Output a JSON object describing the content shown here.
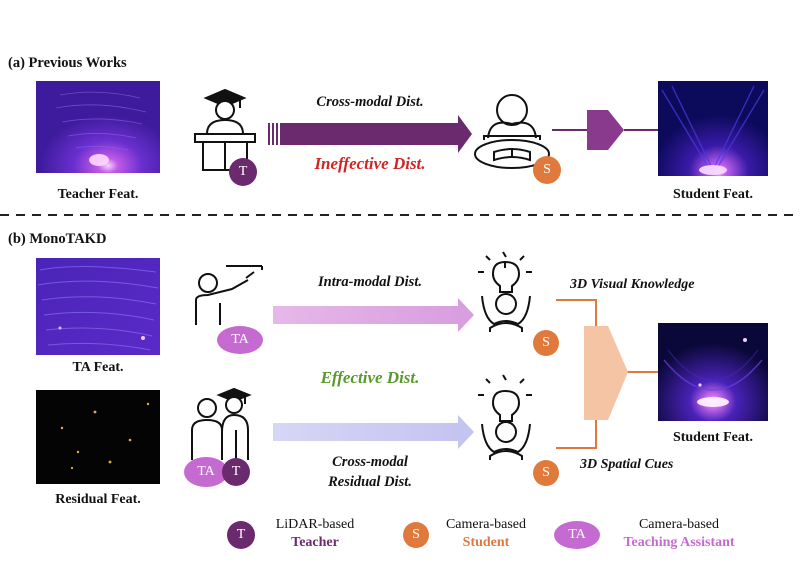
{
  "section_a": {
    "title": "(a) Previous Works",
    "teacher_caption": "Teacher Feat.",
    "arrow_label": "Cross-modal Dist.",
    "result_label": "Ineffective Dist.",
    "student_caption": "Student Feat.",
    "teacher_badge": "T",
    "student_badge": "S"
  },
  "section_b": {
    "title": "(b) MonoTAKD",
    "ta_caption": "TA Feat.",
    "residual_caption": "Residual Feat.",
    "intra_label": "Intra-modal Dist.",
    "effective_label": "Effective Dist.",
    "cross_label_line1": "Cross-modal",
    "cross_label_line2": "Residual Dist.",
    "visual_knowledge": "3D Visual Knowledge",
    "spatial_cues": "3D Spatial Cues",
    "student_caption": "Student Feat.",
    "ta_badge": "TA",
    "teacher_badge": "T",
    "student_badge": "S"
  },
  "legend": [
    {
      "badge": "T",
      "line1": "LiDAR-based",
      "role": "Teacher",
      "color": "#6b2a6e"
    },
    {
      "badge": "S",
      "line1": "Camera-based",
      "role": "Student",
      "color": "#e07a3c"
    },
    {
      "badge": "TA",
      "line1": "Camera-based",
      "role": "Teaching Assistant",
      "color": "#c46ad0"
    }
  ],
  "colors": {
    "teacher": "#6b2a6e",
    "student": "#e07a3c",
    "ta": "#c46ad0",
    "ineffective": "#d22424",
    "effective": "#5a9a2c",
    "feature_bg": "#3a1a8a"
  }
}
